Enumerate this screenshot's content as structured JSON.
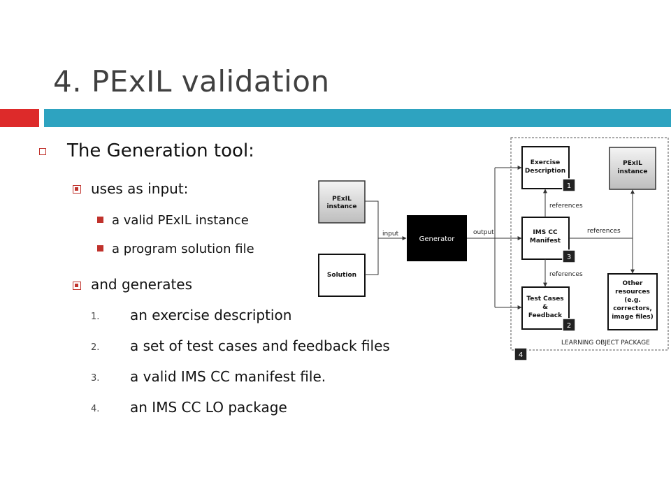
{
  "slide": {
    "title": "4. PExIL validation",
    "accent_red": "#dd2a2a",
    "accent_blue": "#2ea3c0"
  },
  "bullets": {
    "level1": "The Generation tool:",
    "uses": "uses as input:",
    "input1": "a valid PExIL instance",
    "input2": "a program solution file",
    "generates": "and generates",
    "outputs": [
      {
        "num": "1.",
        "text": "an exercise description"
      },
      {
        "num": "2.",
        "text": "a set of test cases and feedback files"
      },
      {
        "num": "3.",
        "text": "a valid IMS CC manifest file."
      },
      {
        "num": "4.",
        "text": "an IMS CC LO package"
      }
    ]
  },
  "diagram": {
    "pexil_in_l1": "PExIL",
    "pexil_in_l2": "instance",
    "solution": "Solution",
    "generator": "Generator",
    "input": "input",
    "output": "output",
    "ex_desc_l1": "Exercise",
    "ex_desc_l2": "Description",
    "ims_l1": "IMS CC",
    "ims_l2": "Manifest",
    "test_l1": "Test Cases",
    "test_l2": "&",
    "test_l3": "Feedback",
    "pexil_out_l1": "PExIL",
    "pexil_out_l2": "instance",
    "other_l1": "Other",
    "other_l2": "resources",
    "other_l3": "(e.g.",
    "other_l4": "correctors,",
    "other_l5": "image files)",
    "ref_top": "references",
    "ref_bottom": "references",
    "ref_right": "references",
    "badge1": "1",
    "badge2": "2",
    "badge3": "3",
    "badge4": "4",
    "package_label": "LEARNING OBJECT PACKAGE"
  }
}
